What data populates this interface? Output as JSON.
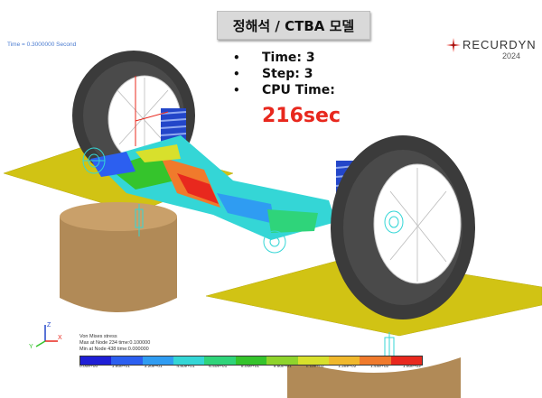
{
  "header": {
    "title": "정해석 / CTBA 모델",
    "time_readout": "Time = 0.3000000 Second"
  },
  "logo": {
    "name": "RECURDYN",
    "year": "2024",
    "accent": "#e8281e"
  },
  "stats": {
    "items": [
      "Time: 3",
      "Step: 3",
      "CPU Time:"
    ],
    "cpu_value": "216sec",
    "cpu_color": "#e8281e"
  },
  "legend": {
    "line1": "Von Mises  stress",
    "line2": "Max at Node 234 time:0.100000",
    "line3": "Min at Node 438 time:0.000000",
    "colors": [
      "#1f1fd6",
      "#2c5ff0",
      "#2f9cf2",
      "#34d6d6",
      "#2fd47a",
      "#35c42c",
      "#8fd42c",
      "#d8e02c",
      "#f0b82c",
      "#f07a2c",
      "#e8281e"
    ],
    "ticks": [
      "0.00e+00",
      "1.60e+01",
      "3.20e+01",
      "4.80e+01",
      "6.40e+01",
      "8.00e+01",
      "9.60e+01",
      "1.12e+02",
      "1.28e+02",
      "1.44e+02",
      "1.60e+02"
    ]
  },
  "axes": {
    "x": "X",
    "y": "Y",
    "z": "Z"
  }
}
